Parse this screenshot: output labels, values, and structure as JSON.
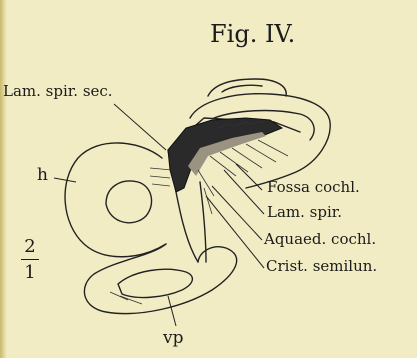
{
  "figure": {
    "title": "Fig. IV.",
    "labels": {
      "lam_spir_sec": "Lam. spir. sec.",
      "h": "h",
      "fossa_cochl": "Fossa cochl.",
      "lam_spir": "Lam. spir.",
      "aquaed_cochl": "Aquaed. cochl.",
      "crist_semilun": "Crist. semilun.",
      "vp": "vp"
    },
    "scale": {
      "numerator": "2",
      "denominator": "1"
    }
  }
}
